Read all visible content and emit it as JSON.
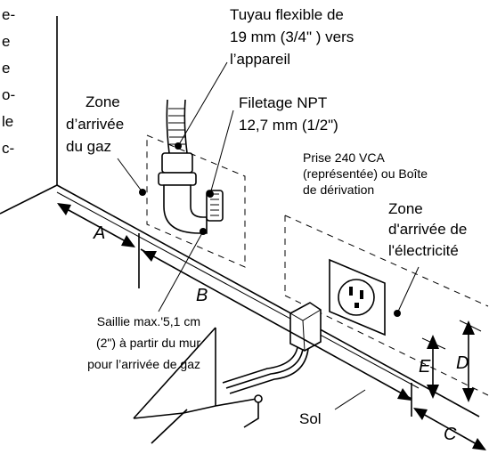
{
  "labels": {
    "hose": [
      "Tuyau flexible de",
      "19 mm (3/4\" ) vers",
      "l’appareil"
    ],
    "gas_zone": [
      "Zone",
      "d’arrivée",
      "du gaz"
    ],
    "thread": [
      "Filetage NPT",
      "12,7 mm (1/2\")"
    ],
    "outlet": [
      "Prise 240 VCA",
      "(représentée) ou Boîte",
      "de dérivation"
    ],
    "elec_zone": [
      "Zone",
      "d'arrivée de",
      "l'électricité"
    ],
    "projection": [
      "Saillie max.'5,1 cm",
      "(2\") à partir du mur",
      "pour l’arrivée de gaz"
    ],
    "floor": "Sol"
  },
  "left_text_fragments": [
    "e-",
    "e",
    "e",
    "o-",
    "le",
    "c-"
  ],
  "dimensions": {
    "a": "A",
    "b": "B",
    "c": "C",
    "d": "D",
    "e": "E"
  }
}
